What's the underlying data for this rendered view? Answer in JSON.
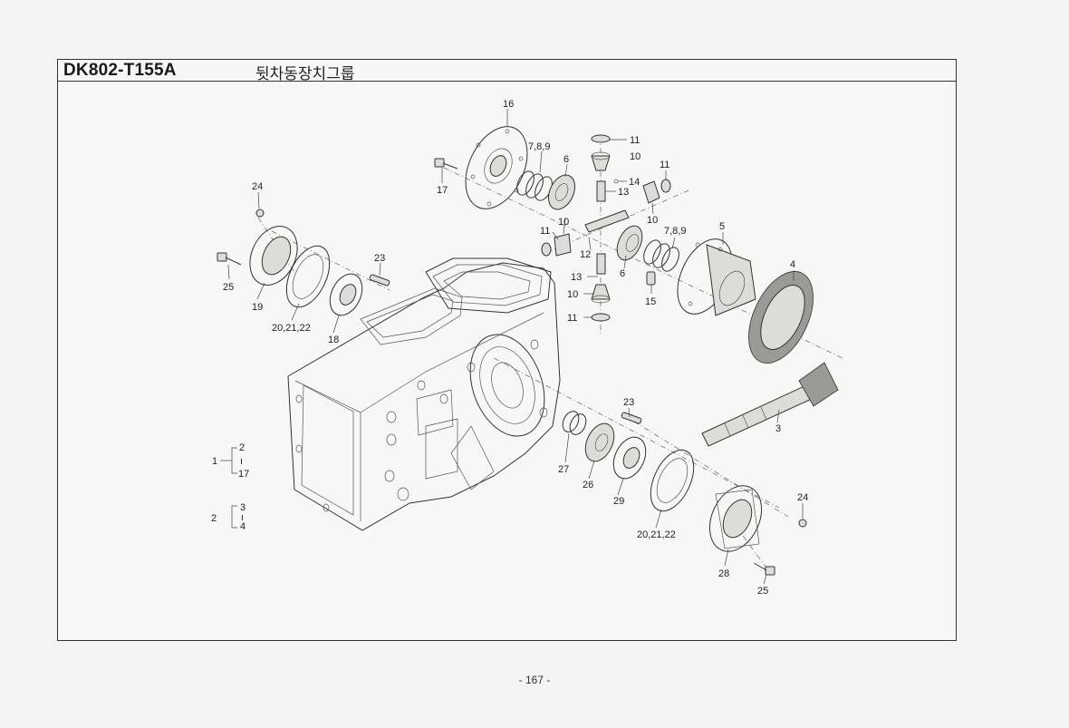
{
  "header": {
    "model": "DK802-T155A",
    "group_title": "뒷차동장치그룹"
  },
  "page_number": "- 167 -",
  "callouts": {
    "p16": "16",
    "p789a": "7,8,9",
    "p6a": "6",
    "p11a": "11",
    "p10a": "10",
    "p14": "14",
    "p13a": "13",
    "p11b": "11",
    "p10b": "10",
    "p17": "17",
    "p11c": "11",
    "p10c": "10",
    "p12": "12",
    "p6b": "6",
    "p789b": "7,8,9",
    "p5": "5",
    "p13b": "13",
    "p15": "15",
    "p10d": "10",
    "p11d": "11",
    "p4": "4",
    "p24a": "24",
    "p23a": "23",
    "p25a": "25",
    "p19": "19",
    "p202122a": "20,21,22",
    "p18": "18",
    "p23b": "23",
    "p3": "3",
    "p27": "27",
    "p26": "26",
    "p29": "29",
    "p202122b": "20,21,22",
    "p24b": "24",
    "p28": "28",
    "p25b": "25"
  },
  "assembly_keys": [
    {
      "main": "1",
      "from": "2",
      "to": "17"
    },
    {
      "main": "2",
      "from": "3",
      "to": "4"
    }
  ]
}
